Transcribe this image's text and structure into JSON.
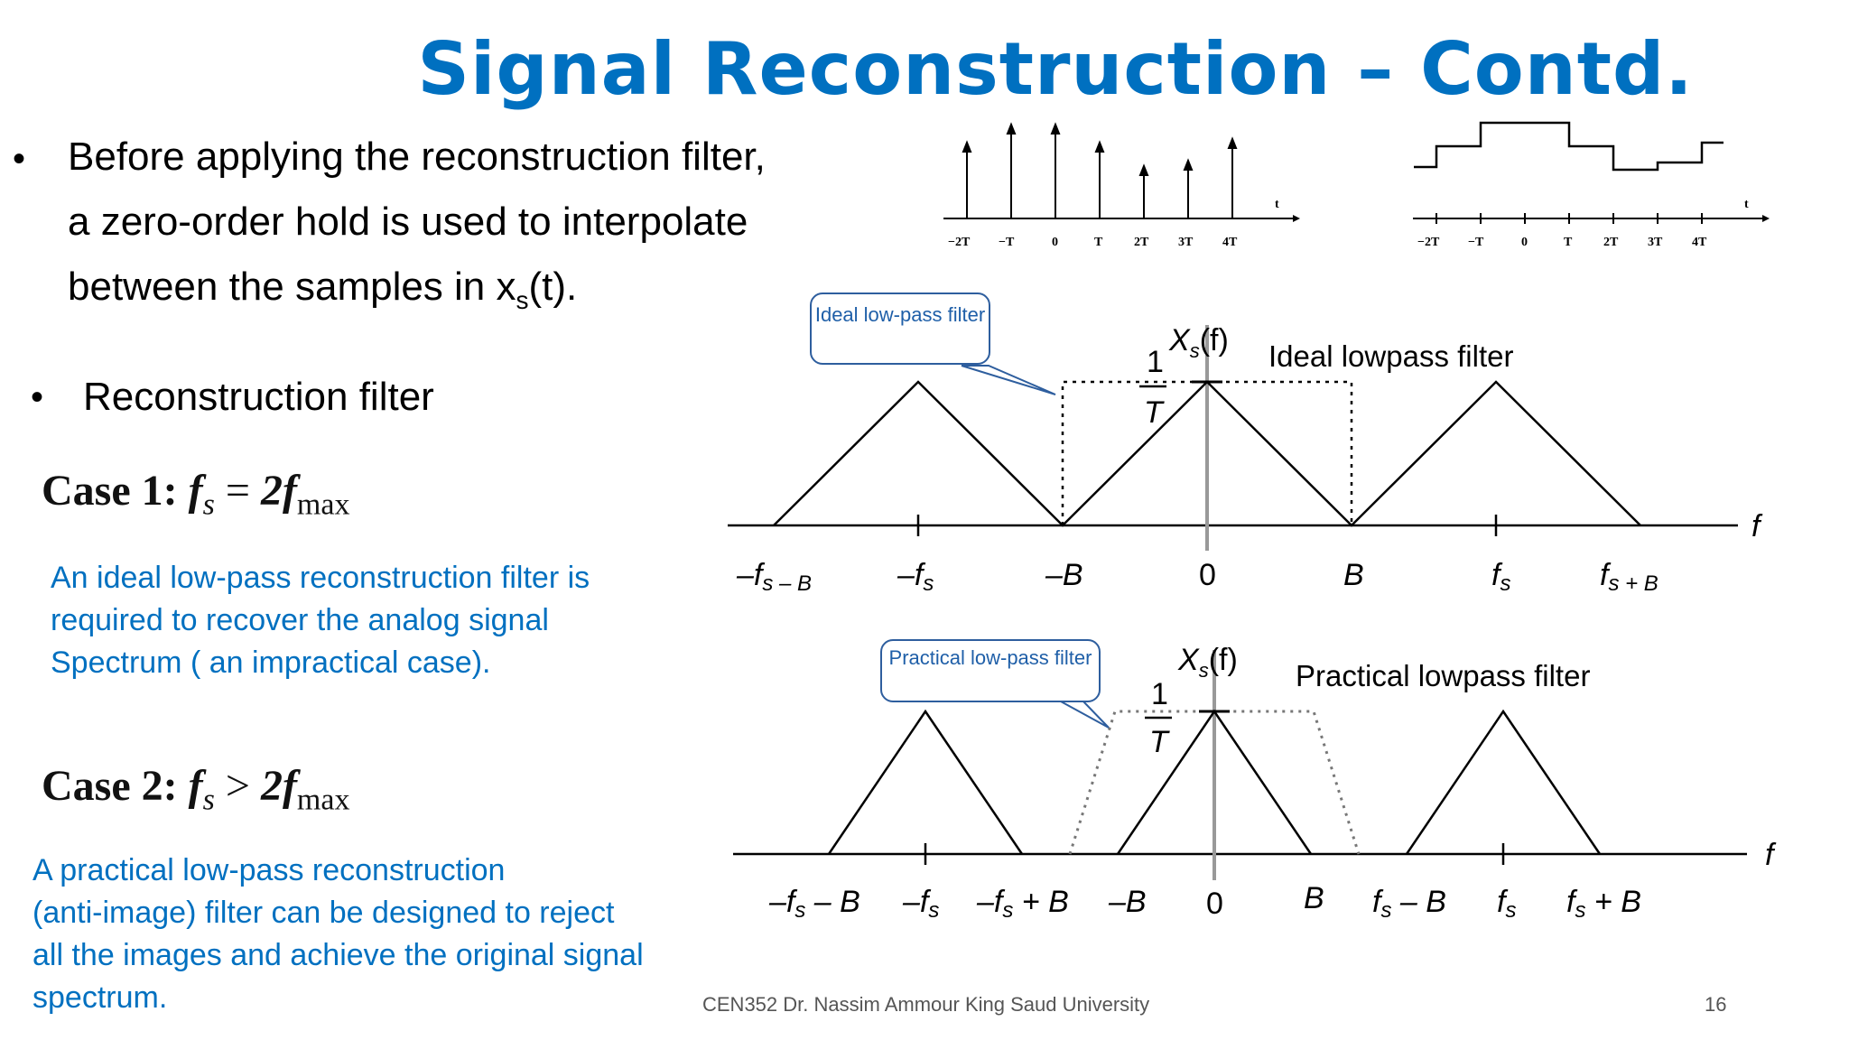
{
  "title": "Signal Reconstruction – Contd.",
  "bullets": {
    "b1_line1": "Before applying the reconstruction filter,",
    "b1_line2": "a zero-order hold is used to interpolate",
    "b1_line3_pre": "between the samples in x",
    "b1_line3_sub": "s",
    "b1_line3_post": "(t).",
    "b2": "Reconstruction filter"
  },
  "case1": {
    "label": "Case 1:",
    "lhs": "f",
    "lhs_sub": "s",
    "rel": "=",
    "rhs": "2f",
    "rhs_sub": "max",
    "text_line1": "An ideal low-pass reconstruction filter is",
    "text_line2": "required to recover the analog signal",
    "text_line3": "Spectrum ( an impractical case)."
  },
  "case2": {
    "label": "Case 2:",
    "lhs": "f",
    "lhs_sub": "s",
    "rel": ">",
    "rhs": "2f",
    "rhs_sub": "max",
    "text_line1": "A practical low-pass reconstruction",
    "text_line2": "(anti-image) filter can be designed to reject",
    "text_line3": "all the images and achieve the original signal",
    "text_line4": "spectrum."
  },
  "callouts": {
    "ideal": "Ideal low-pass filter",
    "practical": "Practical low-pass filter"
  },
  "diagram_top": {
    "ylabel_main": "X",
    "ylabel_sub": "s",
    "ylabel_arg": "(f)",
    "gain_num": "1",
    "gain_den": "T",
    "filter_label": "Ideal lowpass filter",
    "axis_var": "f",
    "ticks": [
      "–f",
      "–f",
      "–B",
      "0",
      "B",
      "f",
      "f"
    ],
    "tick_suffix": [
      "s – B",
      "s",
      "",
      "",
      "",
      "s",
      "s + B"
    ]
  },
  "diagram_bottom": {
    "ylabel_main": "X",
    "ylabel_sub": "s",
    "ylabel_arg": "(f)",
    "gain_num": "1",
    "gain_den": "T",
    "filter_label": "Practical lowpass filter",
    "axis_var": "f"
  },
  "impulse_plot": {
    "ticks": [
      "−2T",
      "−T",
      "0",
      "T",
      "2T",
      "3T",
      "4T"
    ],
    "axis_var": "t"
  },
  "zoh_plot": {
    "ticks": [
      "−2T",
      "−T",
      "0",
      "T",
      "2T",
      "3T",
      "4T"
    ],
    "axis_var": "t"
  },
  "footer": {
    "text": "CEN352 Dr. Nassim Ammour King Saud University",
    "page": "16"
  }
}
